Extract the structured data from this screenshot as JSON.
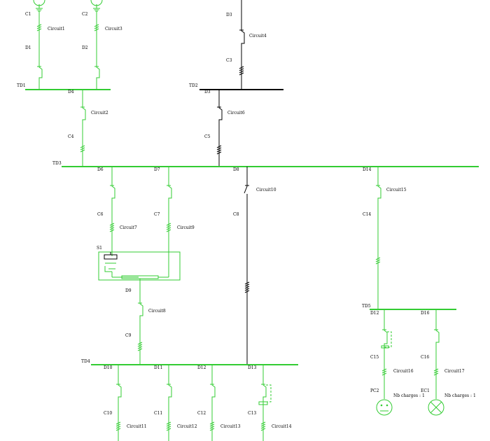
{
  "colors": {
    "energized": "#33cc33",
    "deenergized": "#000000",
    "text": "#000000",
    "background": "#ffffff"
  },
  "labels": {
    "C1": "C1",
    "C2": "C2",
    "C3": "C3",
    "C4": "C4",
    "C5": "C5",
    "C6": "C6",
    "C7": "C7",
    "C8": "C8",
    "C9": "C9",
    "C10": "C10",
    "C11": "C11",
    "C12": "C12",
    "C13": "C13",
    "C14": "C14",
    "C15": "C15",
    "C16": "C16",
    "D1": "D1",
    "D2": "D2",
    "D3a": "D3",
    "D3b": "D3",
    "D4": "D4",
    "D6": "D6",
    "D7": "D7",
    "D8": "D8",
    "D9": "D9",
    "D10": "D10",
    "D11": "D11",
    "D12a": "D12",
    "D12b": "D12",
    "D13": "D13",
    "D14": "D14",
    "D16": "D16",
    "TD1": "TD1",
    "TD2": "TD2",
    "TD3": "TD3",
    "TD4": "TD4",
    "TD5": "TD5",
    "S1": "S1",
    "PC2": "PC2",
    "EC1": "EC1",
    "circuit1": "Circuit1",
    "circuit2": "Circuit2",
    "circuit3": "Circuit3",
    "circuit4": "Circuit4",
    "circuit6": "Circuit6",
    "circuit7": "Circuit7",
    "circuit8": "Circuit8",
    "circuit9": "Circuit9",
    "circuit10": "Circuit10",
    "circuit11": "Circuit11",
    "circuit12": "Circuit12",
    "circuit13": "Circuit13",
    "circuit14": "Circuit14",
    "circuit15": "Circuit15",
    "circuit16": "Circuit16",
    "circuit17": "Circuit17",
    "nb_charges_pc2": "Nb charges : 1",
    "nb_charges_ec1": "Nb charges : 1"
  }
}
